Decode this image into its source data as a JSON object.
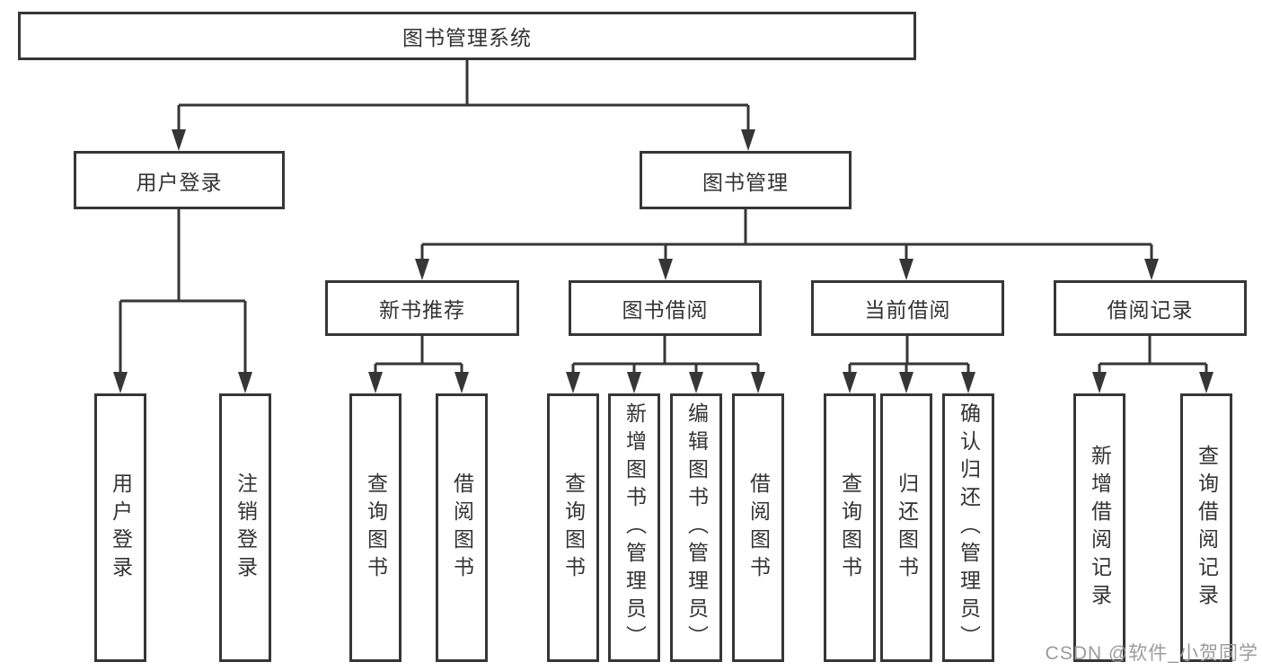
{
  "tree": {
    "root": "图书管理系统",
    "branches": [
      {
        "label": "用户登录",
        "children": [
          "用户登录",
          "注销登录"
        ]
      },
      {
        "label": "图书管理",
        "groups": [
          {
            "label": "新书推荐",
            "children": [
              "查询图书",
              "借阅图书"
            ]
          },
          {
            "label": "图书借阅",
            "children": [
              "查询图书",
              "新增图书（管理员）",
              "编辑图书（管理员）",
              "借阅图书"
            ]
          },
          {
            "label": "当前借阅",
            "children": [
              "查询图书",
              "归还图书",
              "确认归还（管理员）"
            ]
          },
          {
            "label": "借阅记录",
            "children": [
              "新增借阅记录",
              "查询借阅记录"
            ]
          }
        ]
      }
    ]
  },
  "watermark": {
    "text": "CSDN @软件_小贺同学"
  },
  "colors": {
    "line": "#363636",
    "text": "#333333",
    "box_bg": "#ffffff",
    "page_bg": "#ffffff",
    "watermark": "#9b9b9b"
  }
}
